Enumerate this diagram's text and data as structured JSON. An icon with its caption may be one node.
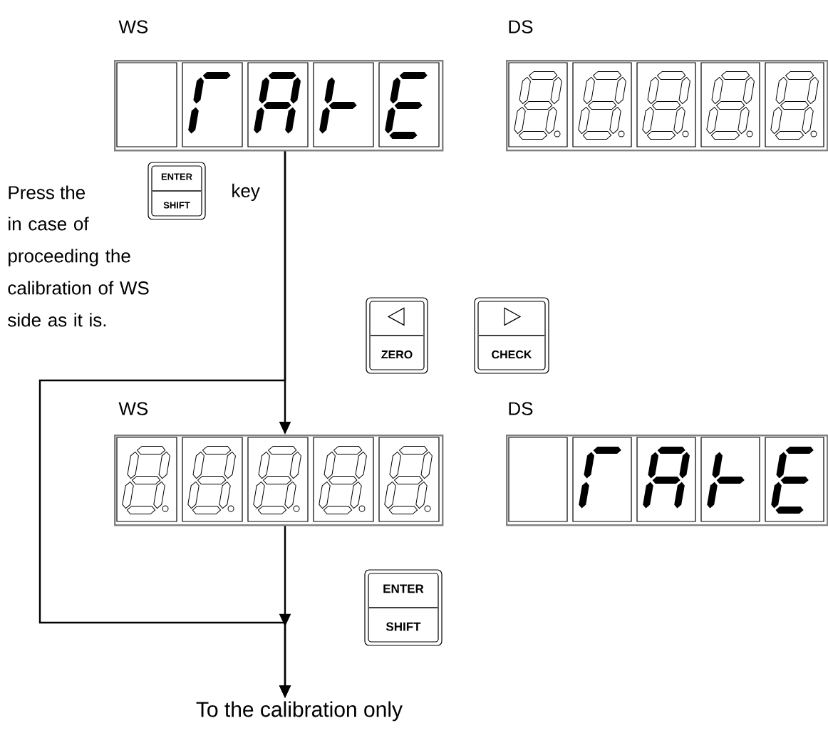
{
  "diagram": {
    "nodes": [
      {
        "text": [
          "WS"
        ]
      },
      {
        "text": [
          "DS"
        ]
      },
      {
        "text": [
          "WS"
        ]
      },
      {
        "text": [
          "DS"
        ]
      },
      {
        "text": [
          "To the calibration only"
        ]
      }
    ],
    "edges": [
      {
        "from": 0,
        "to": 2,
        "arrow": "to"
      },
      {
        "from": 2,
        "to": 4,
        "arrow": "to"
      },
      {
        "from": 0,
        "to": 4,
        "arrow": "to"
      }
    ],
    "labels": [
      "Press the",
      "ENTER",
      "SHIFT",
      "key",
      "in case of proceeding the calibration of WS side as it is.",
      "ZERO",
      "CHECK",
      "ENTER",
      "SHIFT"
    ]
  }
}
